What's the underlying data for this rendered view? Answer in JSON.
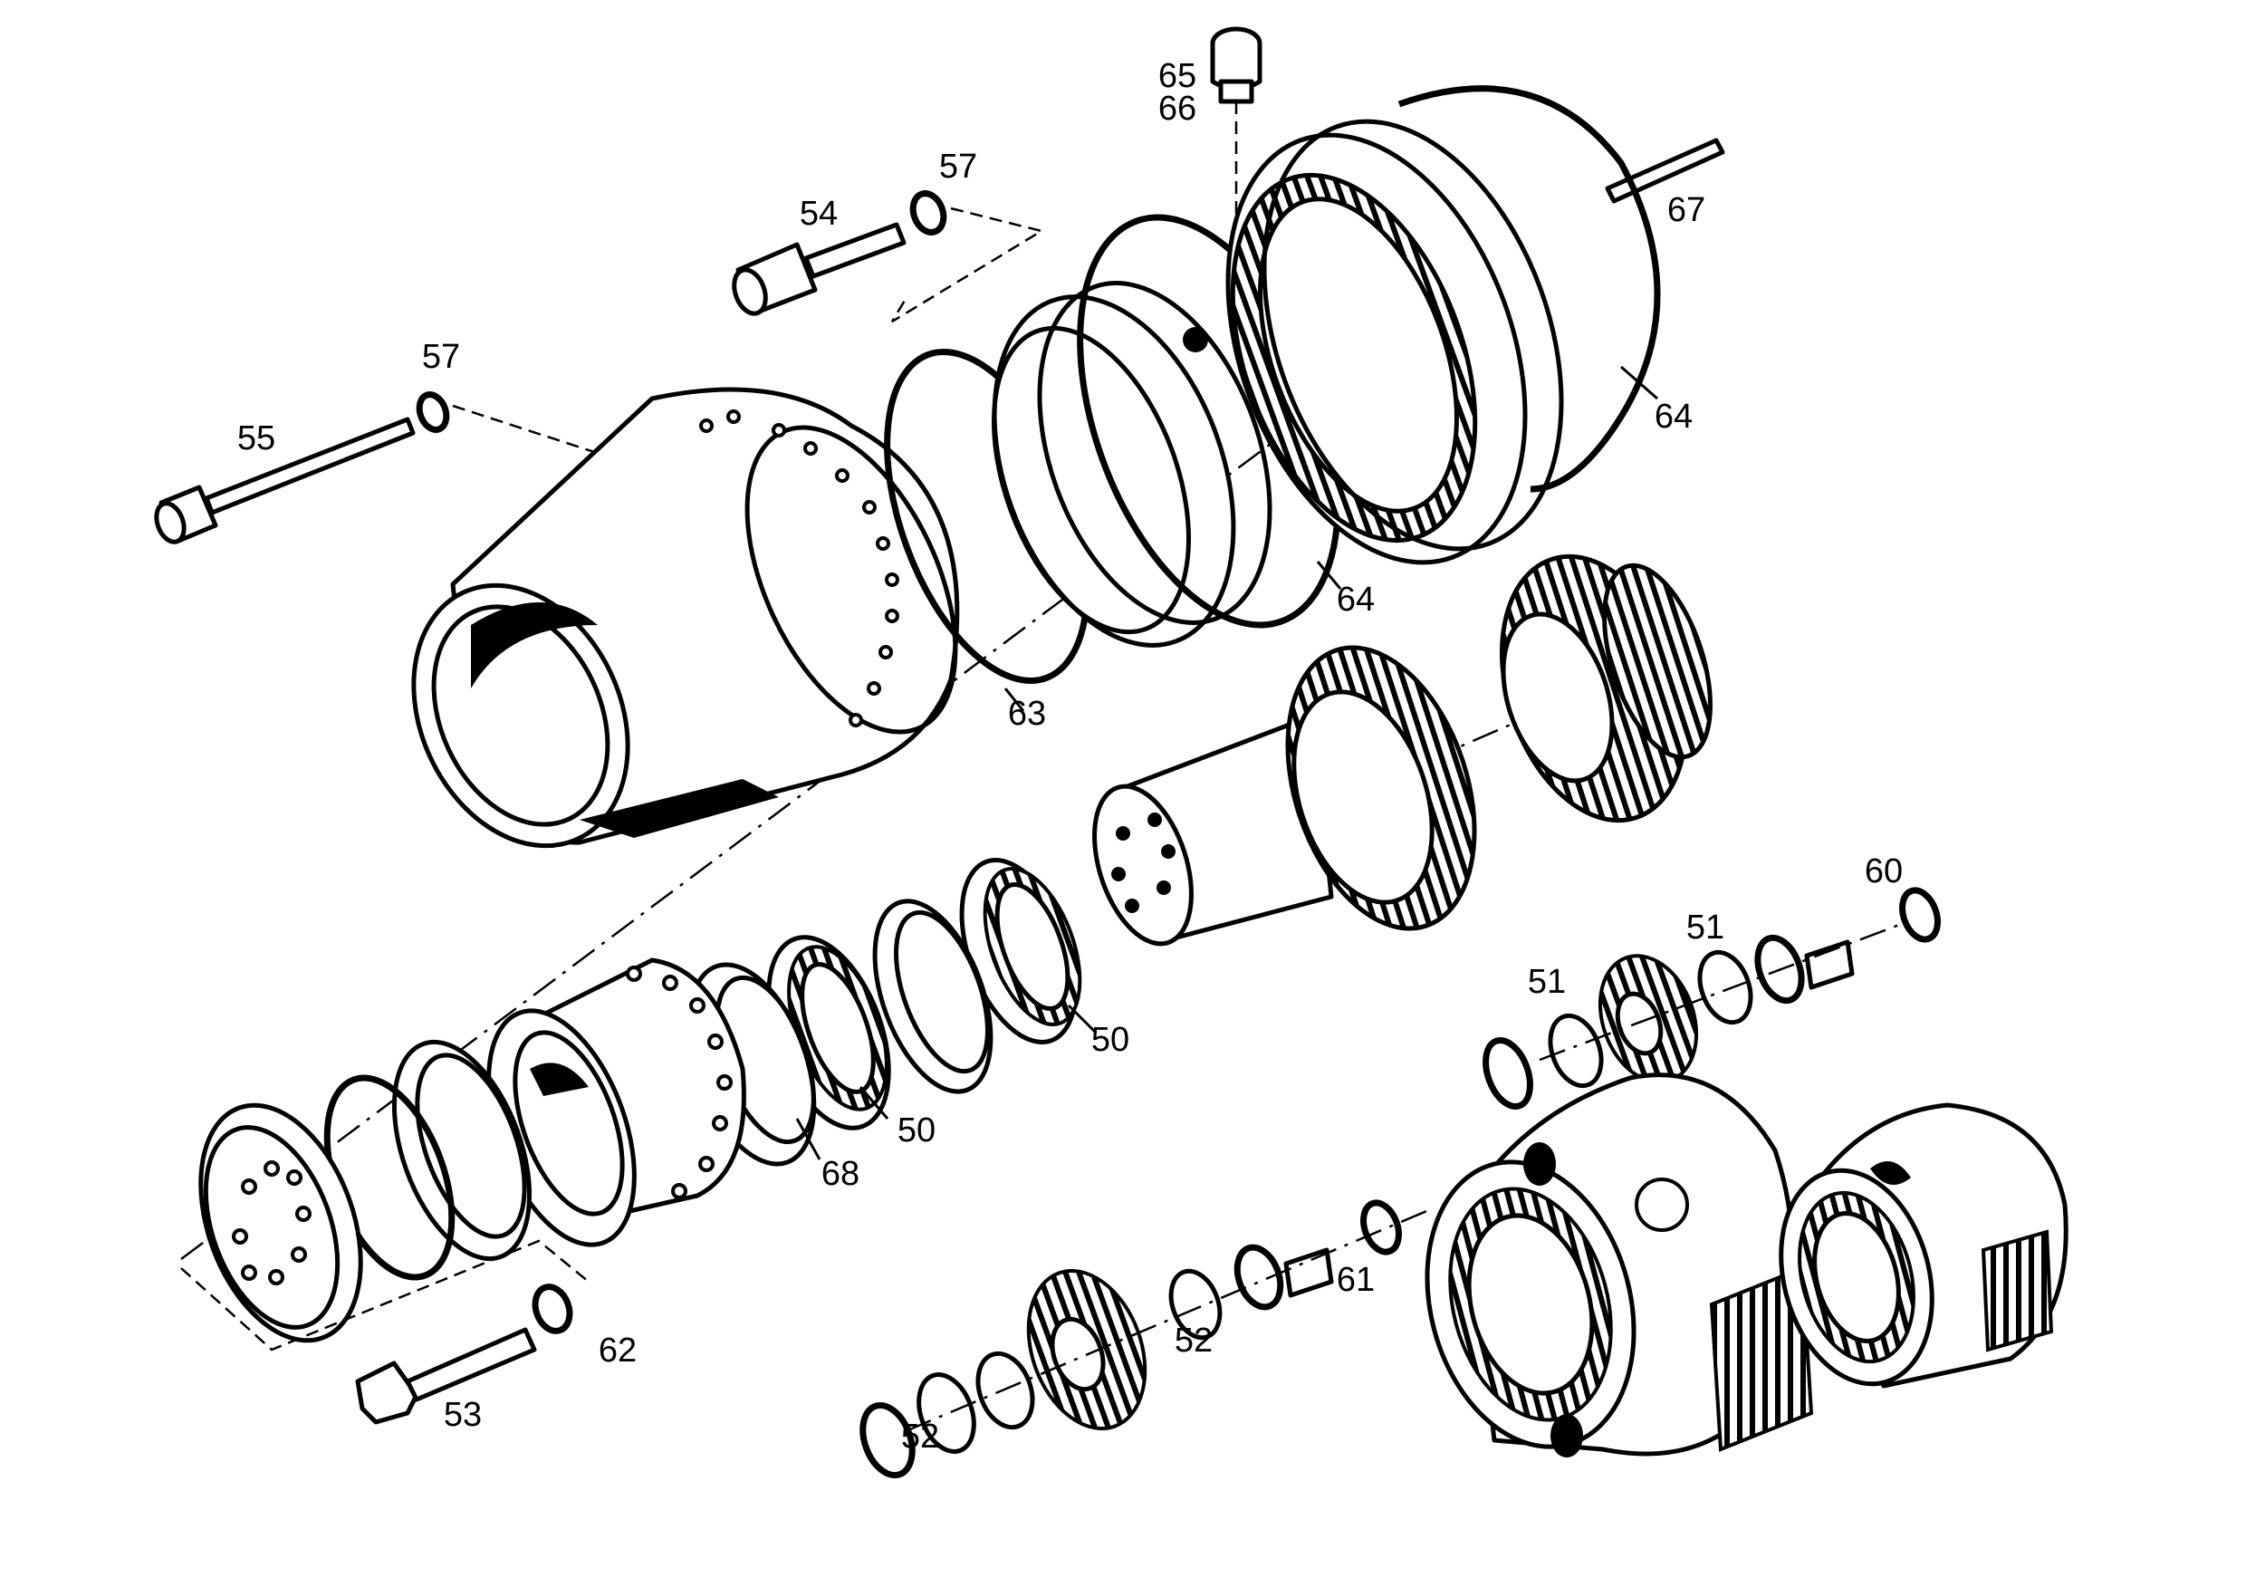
{
  "callouts": [
    {
      "id": "65",
      "text": "65"
    },
    {
      "id": "66",
      "text": "66"
    },
    {
      "id": "57a",
      "text": "57"
    },
    {
      "id": "54",
      "text": "54"
    },
    {
      "id": "67",
      "text": "67"
    },
    {
      "id": "57b",
      "text": "57"
    },
    {
      "id": "55",
      "text": "55"
    },
    {
      "id": "64a",
      "text": "64"
    },
    {
      "id": "64b",
      "text": "64"
    },
    {
      "id": "63",
      "text": "63"
    },
    {
      "id": "60",
      "text": "60"
    },
    {
      "id": "51a",
      "text": "51"
    },
    {
      "id": "51b",
      "text": "51"
    },
    {
      "id": "50a",
      "text": "50"
    },
    {
      "id": "50b",
      "text": "50"
    },
    {
      "id": "68",
      "text": "68"
    },
    {
      "id": "61",
      "text": "61"
    },
    {
      "id": "52a",
      "text": "52"
    },
    {
      "id": "52b",
      "text": "52"
    },
    {
      "id": "62",
      "text": "62"
    },
    {
      "id": "53",
      "text": "53"
    }
  ]
}
